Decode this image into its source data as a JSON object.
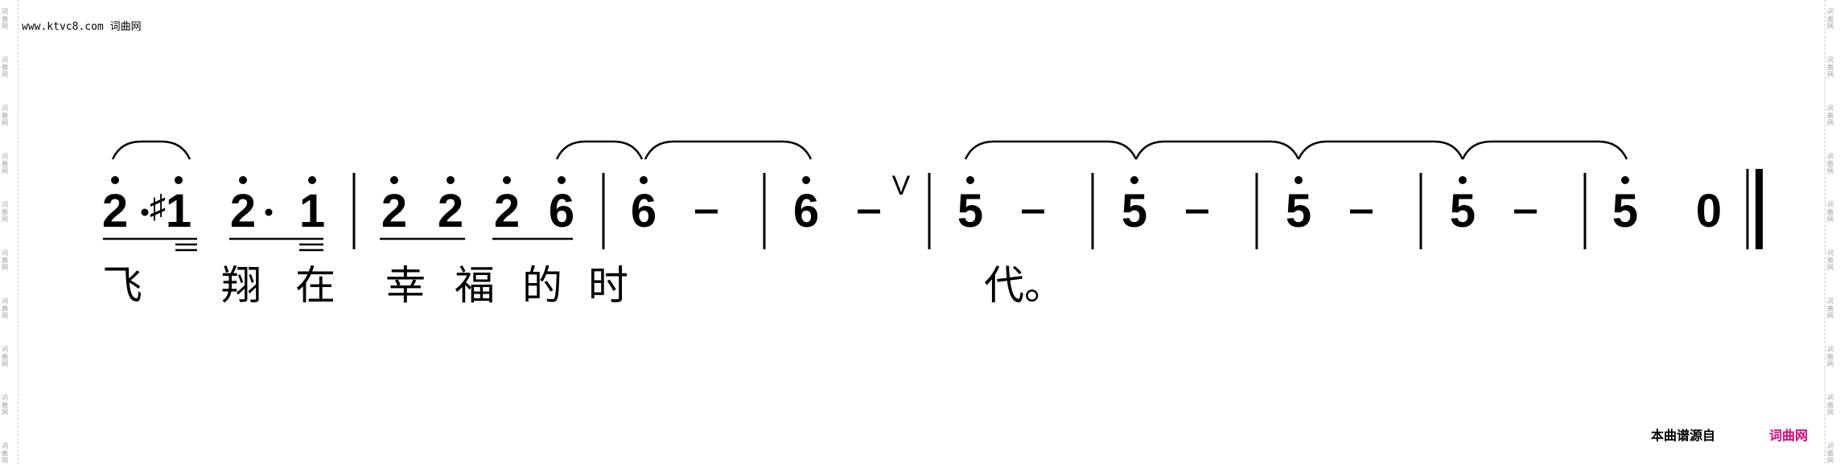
{
  "header": {
    "site_url": "www.ktvc8.com 词曲网"
  },
  "side_watermark": "词曲网",
  "footer": {
    "source_label": "本曲谱源自",
    "source_brand": "词曲网",
    "brand_color": "#e0007a"
  },
  "notation": {
    "groups": [
      {
        "tokens": [
          "2",
          "·",
          "♯1"
        ]
      },
      {
        "tokens": [
          "2",
          "·",
          "1"
        ]
      },
      {
        "tokens": [
          "2",
          "2"
        ]
      },
      {
        "tokens": [
          "2",
          "6"
        ]
      },
      {
        "tokens": [
          "6",
          "–"
        ]
      },
      {
        "tokens": [
          "6",
          "–"
        ]
      },
      {
        "tokens": [
          "5",
          "–"
        ]
      },
      {
        "tokens": [
          "5",
          "–"
        ]
      },
      {
        "tokens": [
          "5",
          "–"
        ]
      },
      {
        "tokens": [
          "5",
          "–"
        ]
      },
      {
        "tokens": [
          "5",
          "0"
        ]
      }
    ],
    "breath_mark": "V"
  },
  "lyrics": [
    {
      "text": "飞"
    },
    {
      "text": "翔"
    },
    {
      "text": "在"
    },
    {
      "text": "幸"
    },
    {
      "text": "福"
    },
    {
      "text": "的"
    },
    {
      "text": "时"
    },
    {
      "text": "代。"
    }
  ]
}
